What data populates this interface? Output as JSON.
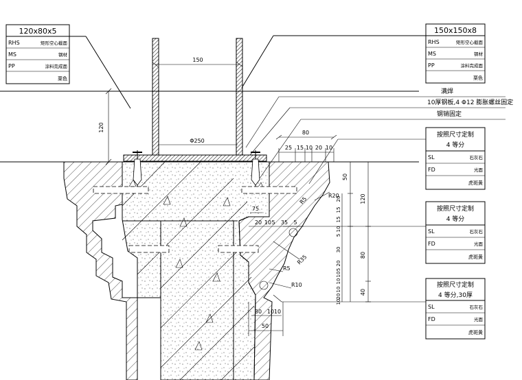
{
  "title_boxes": {
    "left": {
      "header": "120x80x5",
      "rows": [
        {
          "code": "RHS",
          "desc": "矩形空心截面"
        },
        {
          "code": "MS",
          "desc": "钢材"
        },
        {
          "code": "PP",
          "desc": "涂料完成面"
        },
        {
          "code": "",
          "desc": "栗色"
        }
      ]
    },
    "right": {
      "header": "150x150x8",
      "rows": [
        {
          "code": "RHS",
          "desc": "矩形空心截面"
        },
        {
          "code": "MS",
          "desc": "钢材"
        },
        {
          "code": "PP",
          "desc": "涂料完成面"
        },
        {
          "code": "",
          "desc": "栗色"
        }
      ]
    }
  },
  "notes": {
    "weld": "满焊",
    "plate": "10厚钢板,4 Φ12 膨胀螺丝固定",
    "anchor": "钢销固定"
  },
  "stone_boxes": [
    {
      "h1": "按照尺寸定制",
      "h2": "4 等分",
      "rows": [
        {
          "code": "SL",
          "desc": "石灰石"
        },
        {
          "code": "FD",
          "desc": "光面"
        },
        {
          "code": "",
          "desc": "虎斑黄"
        }
      ]
    },
    {
      "h1": "按照尺寸定制",
      "h2": "4 等分",
      "rows": [
        {
          "code": "SL",
          "desc": "石灰石"
        },
        {
          "code": "FD",
          "desc": "光面"
        },
        {
          "code": "",
          "desc": "虎斑黄"
        }
      ]
    },
    {
      "h1": "按照尺寸定制",
      "h2": "4 等分,30厚",
      "rows": [
        {
          "code": "SL",
          "desc": "石灰石"
        },
        {
          "code": "FD",
          "desc": "光面"
        },
        {
          "code": "",
          "desc": "虎斑黄"
        }
      ]
    }
  ],
  "dimensions": {
    "post_spacing": "150",
    "height_left": "120",
    "phi": "Φ250",
    "top_total": "80",
    "top_parts": [
      "25",
      "15",
      "10",
      "20",
      "10"
    ],
    "v_50": "50",
    "v_120": "120",
    "v_20a": "20",
    "v_15a": "15",
    "v_15b": "15",
    "v_10a": "10",
    "v_5a": "5",
    "v_30": "30",
    "v_80": "80",
    "v_20b": "20",
    "v_5b": "5",
    "v_10b": "10",
    "v_10c": "10",
    "v_40": "40",
    "v_10d": "10",
    "v_20c": "20",
    "v_10e": "10",
    "mid_75": "75",
    "mid_parts": [
      "20",
      "10",
      "5",
      "35",
      "5"
    ],
    "bottom_parts": [
      "30",
      "10",
      "10"
    ],
    "bottom_50": "50",
    "r5a": "R5",
    "r20": "R20",
    "r35": "R35",
    "r5b": "R5",
    "r10": "R10"
  }
}
